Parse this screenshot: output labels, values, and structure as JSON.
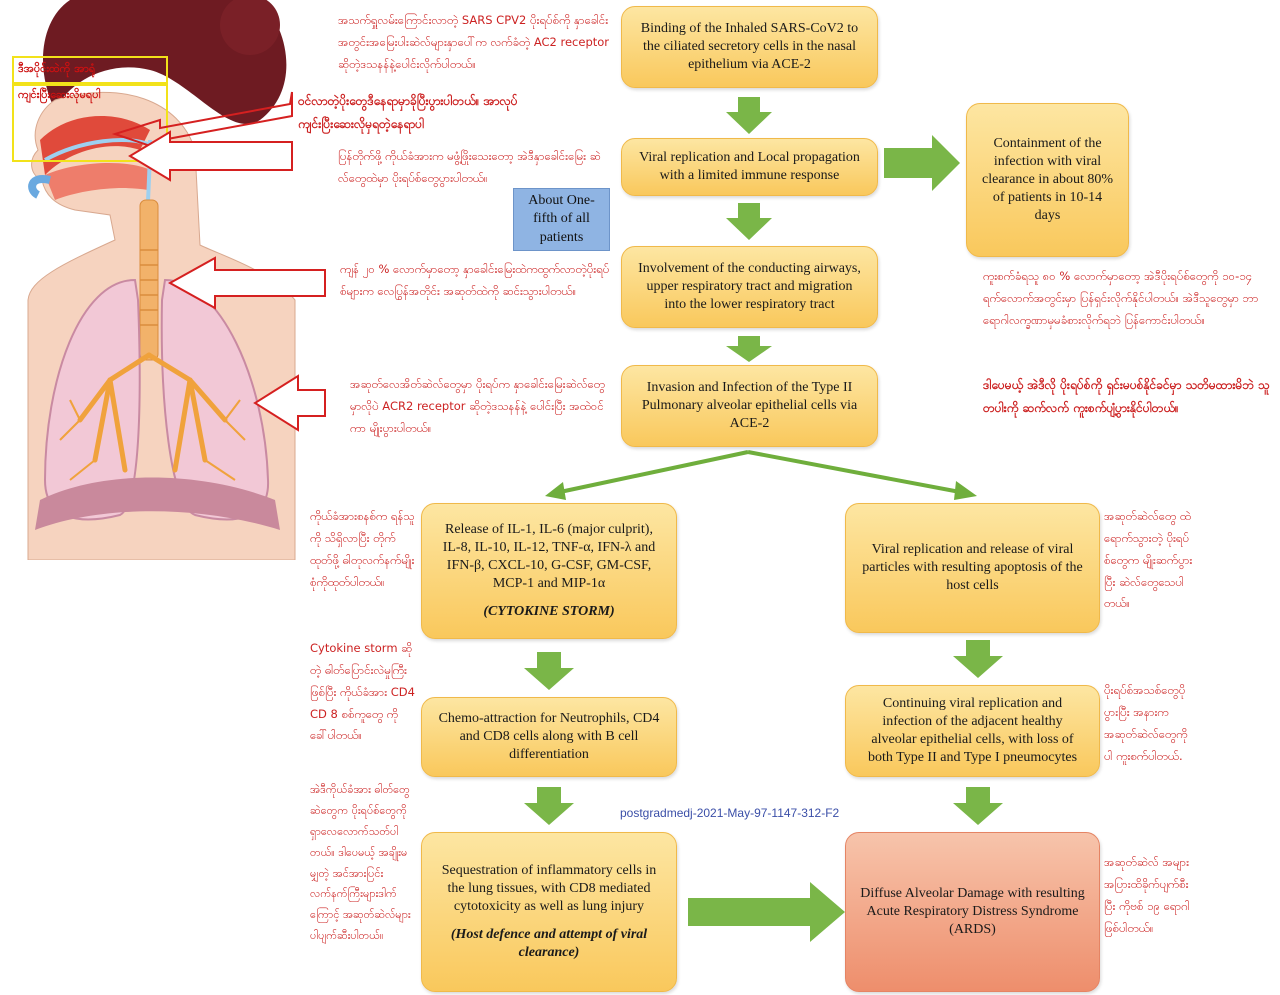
{
  "flow": {
    "b1": "Binding of the Inhaled SARS-CoV2 to the ciliated secretory cells in the nasal epithelium via ACE-2",
    "b2": "Viral replication and Local propagation with a limited immune response",
    "b3": "Involvement of the conducting airways, upper respiratory tract and migration into the lower respiratory tract",
    "b4": "Invasion and Infection of the Type II Pulmonary alveolar epithelial cells via ACE-2",
    "containment": "Containment of the infection with viral clearance in about 80% of patients in 10-14 days",
    "one_fifth": "About One-fifth of all patients",
    "l1": "Release of IL-1, IL-6 (major culprit), IL-8, IL-10, IL-12, TNF-α, IFN-λ and IFN-β, CXCL-10, G-CSF, GM-CSF, MCP-1 and MIP-1α",
    "l1_em": "(CYTOKINE STORM)",
    "l2": "Chemo-attraction for Neutrophils, CD4 and CD8 cells along with B cell differentiation",
    "l3": "Sequestration of inflammatory cells in the lung tissues, with CD8 mediated cytotoxicity as well as lung injury",
    "l3_em": "(Host defence and attempt of viral clearance)",
    "r1": "Viral replication and release of viral particles with resulting apoptosis of the host cells",
    "r2": "Continuing viral replication and infection of the adjacent healthy alveolar epithelial cells, with loss of both Type II and Type I pneumocytes",
    "ards": "Diffuse Alveolar Damage with resulting Acute Respiratory Distress Syndrome (ARDS)"
  },
  "credit": "postgradmedj-2021-May-97-1147-312-F2",
  "labels": {
    "yellow1": "ဒီအပိုင်းထဲကို အာရုံ",
    "yellow2": "ကျင်းပြီးဆေးလိုမရပါ"
  },
  "notes": {
    "n1": "အသက်ရှူလမ်းကြောင်းလာတဲ့ SARS CPV2 ပိုးရပ်စ်ကို နှာခေါင်းအတွင်းအမြေးပါးဆဲလ်များနှာပေါ်က လက်ခံတဲ့ AC2 receptor ဆိုတဲ့ဒသနန်နဲ့ပေါင်းလိုက်ပါတယ်။",
    "n2": "ဝင်လာတဲ့ပိုးတွေဒီနေရာမှာခိုပြီးပွားပါတယ်။ အာလုပ်ကျင်းပြီးဆေးလိုမှရတဲ့နေရာပါ",
    "n3": "ပြန်တိုက်ဖို့ ကိုယ်ခံအားက မဖွံ့ဖြိုးသေးတော့ အဲဒီနှာခေါင်းမြေး ဆဲလ်တွေထဲမှာ ပိုးရပ်စ်တွေပွားပါတယ်။",
    "n4": "ကျန် ၂၀ % လောက်မှာတော့ နှာခေါင်းမြေးထဲကထွက်လာတဲ့ပိုးရပ်စ်များက လေပြွန်အတိုင်း အဆုတ်ထဲကို ဆင်းသွားပါတယ်။",
    "n5": "အဆုတ်လေအိတ်ဆဲလ်တွေမှာ ပိုးရပ်က နှာခေါင်းမြေးဆဲလ်တွေမှာလိုပဲ ACR2 receptor ဆိုတဲ့ဒသနန်နဲ့ ပေါင်းပြီး အထဲဝင်ကာ မျိုးပွားပါတယ်။",
    "n6": "ကူးစက်ခံရသူ ၈၀ % လောက်မှာတော့ အဲဒီပိုးရပ်စ်တွေကို ၁၀-၁၄ ရက်လောက်အတွင်းမှာ ပြန်ရှင်းလိုက်နိုင်ပါတယ်။ အဲဒီသူတွေမှာ ဘာရောဂါလက္ခဏာမှမခံစားလိုက်ရဘဲ ပြန်ကောင်းပါတယ်။",
    "n7": "ဒါပေမယ့် အဲဒီလို ပိုးရပ်စ်ကို ရှင်းမပစ်နိုင်ခင်မှာ သတိမထားမိဘဲ သူတပါးကို ဆက်လက် ကူးစက်ပျံ့ပွားနိုင်ပါတယ်။",
    "n8": "ကိုယ်ခံအားစနစ်က ရန်သူကို သိရှိလာပြီး တိုက်ထုတ်ဖို့ ဓါတုလက်နက်မျိုးစုံကိုထုတ်ပါတယ်။",
    "n9": "Cytokine storm ဆိုတဲ့ ဓါတ်ပြောင်းလဲမှုကြီး ဖြစ်ပြီး ကိုယ်ခံအား CD4 CD 8 စစ်ကူတွေ ကိုခေါ်ပါတယ်။",
    "n10": "အဲဒီကိုယ်ခံအား ဓါတ်တွေဆဲတွေက ပိုးရပ်စ်တွေကိုရှာလေလောက်သတ်ပါတယ်။ ဒါပေမယ့် အချိုးမမျှတဲ့ အင်အားပြင်းလက်နက်ကြီးများဒါက်ကြောင့် အဆုတ်ဆဲလ်များပါပျက်ဆီးပါတယ်။",
    "n11": "အဆုတ်ဆဲလ်တွေ ထဲရောက်သွားတဲ့ ပိုးရပ်စ်တွေက မျိုးဆက်ပွားပြီး ဆဲလ်တွေသေပါတယ်။",
    "n12": "ပိုးရပ်စ်အသစ်တွေပိုပွားပြီး အနားက အဆုတ်ဆဲလ်တွေကိုပါ ကူးစက်ပါတယ်.",
    "n13": "အဆုတ်ဆဲလ် အများအပြားထိခိုက်ပျက်စီးပြီး ကိုဗစ် ၁၉ ရောဂါဖြစ်ပါတယ်။"
  }
}
